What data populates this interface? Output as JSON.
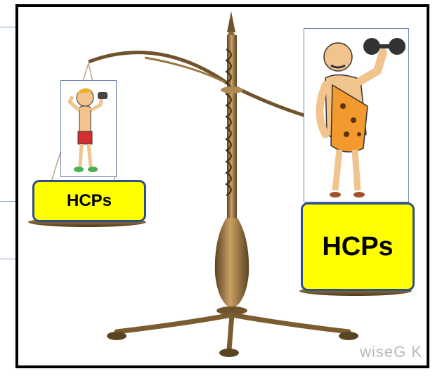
{
  "scale": {
    "left_label": "HCPs",
    "right_label": "HCPs"
  },
  "figures": {
    "left_figure": "skinny-man-lifting-small-dumbbell",
    "right_figure": "strongman-lifting-large-dumbbell"
  },
  "watermark": "wiseG  K",
  "colors": {
    "label_fill": "#ffff00",
    "label_border": "#2f4f86",
    "scale_metal": "#8a6a3a",
    "frame_border": "#000000"
  }
}
